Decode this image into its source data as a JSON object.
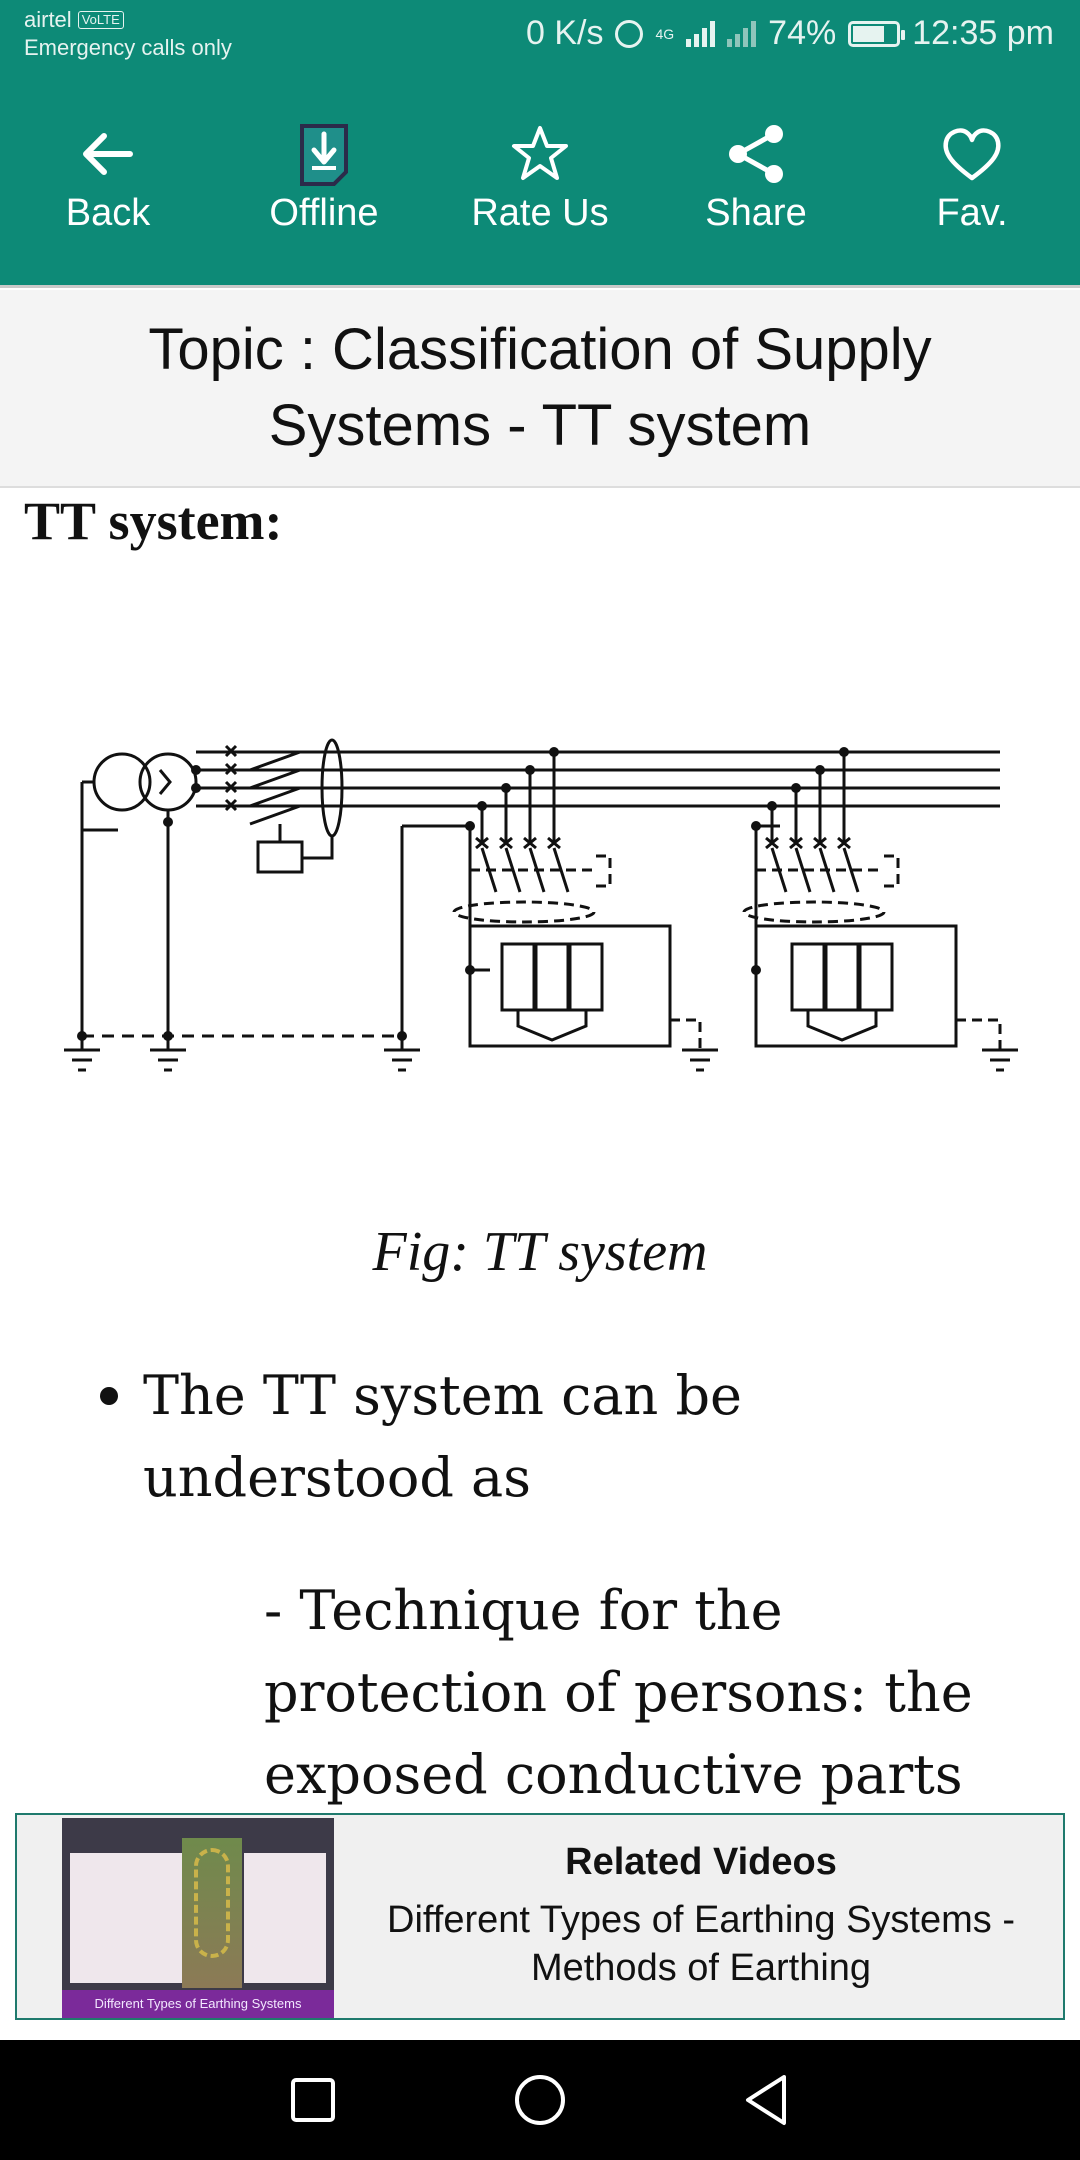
{
  "status_bar": {
    "carrier": "airtel",
    "volte": "VoLTE",
    "emergency": "Emergency calls only",
    "speed": "0 K/s",
    "network": "4G",
    "battery_percent": "74%",
    "battery_level": 0.74,
    "time": "12:35 pm"
  },
  "toolbar": {
    "back": "Back",
    "offline": "Offline",
    "rate": "Rate Us",
    "share": "Share",
    "fav": "Fav."
  },
  "topic": {
    "title": "Topic : Classification of Supply Systems -  TT system"
  },
  "content": {
    "section_title": "TT system:",
    "caption": "Fig: TT system",
    "bullet": "The TT system can be understood as",
    "subtext": "- Technique for the protection of persons: the exposed conductive parts are earthed"
  },
  "related": {
    "title": "Related Videos",
    "subtitle": "Different Types of Earthing Systems - Methods of Earthing",
    "thumb_band": "Different Types of Earthing Systems"
  },
  "colors": {
    "primary": "#0d8a77",
    "topic_bg": "#f4f4f4",
    "navbar": "#000000"
  },
  "icons": [
    "arrow-left-icon",
    "download-icon",
    "star-icon",
    "share-icon",
    "heart-icon",
    "square-icon",
    "circle-icon",
    "triangle-back-icon"
  ]
}
